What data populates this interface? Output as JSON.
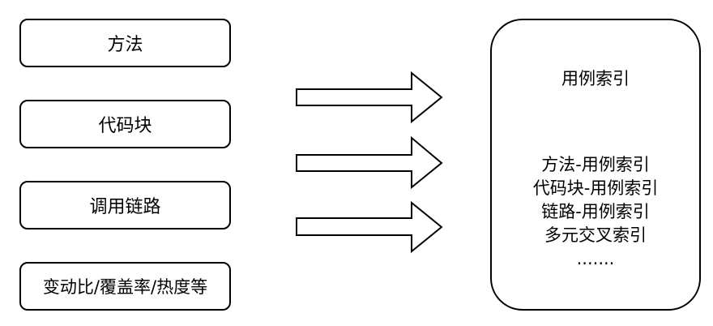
{
  "sources": [
    "方法",
    "代码块",
    "调用链路",
    "变动比/覆盖率/热度等"
  ],
  "index_box": {
    "title": "用例索引",
    "items": [
      "方法-用例索引",
      "代码块-用例索引",
      "链路-用例索引",
      "多元交叉索引",
      "......."
    ]
  }
}
